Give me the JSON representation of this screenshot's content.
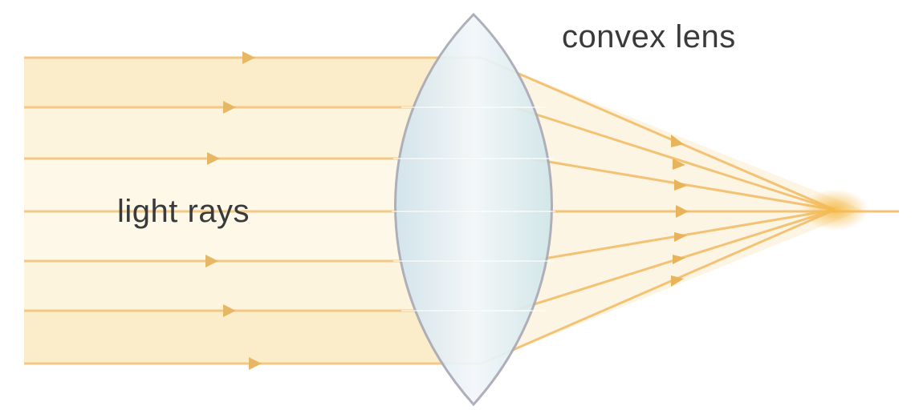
{
  "diagram": {
    "lens_label": "convex lens",
    "rays_label": "light rays",
    "colors": {
      "ray_band": "#fbe6b4",
      "ray_line": "#f3c77a",
      "ray_arrow": "#e3b35e",
      "converging_ray": "#f6c46e",
      "focal_glow": "#f7c766",
      "lens_fill": "#dceef4",
      "lens_outline": "#a9a9b6"
    },
    "ray_count": 7
  }
}
